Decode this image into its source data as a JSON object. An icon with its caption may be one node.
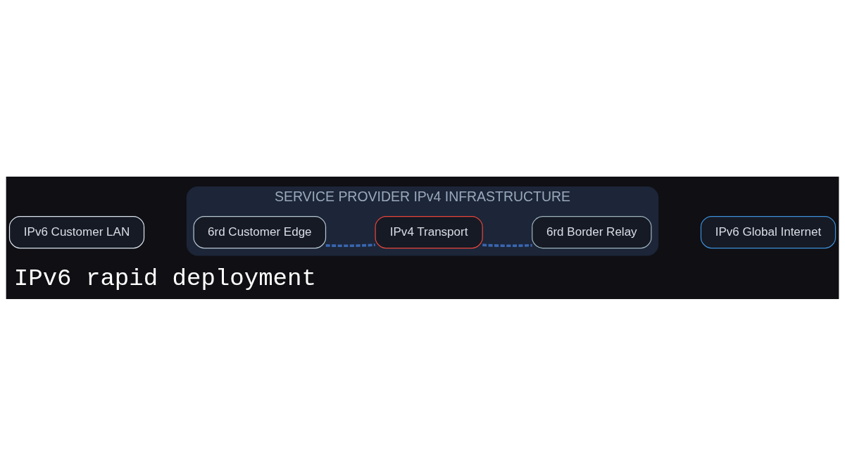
{
  "diagram": {
    "title": "IPv6 rapid deployment",
    "nodes": [
      {
        "text": [
          "IPv6 Customer LAN"
        ]
      },
      {
        "text": [
          "SERVICE PROVIDER IPv4 INFRASTRUCTURE"
        ]
      },
      {
        "text": [
          "6rd Customer Edge"
        ],
        "in": 1
      },
      {
        "text": [
          "IPv4 Transport"
        ],
        "in": 1
      },
      {
        "text": [
          "6rd Border Relay"
        ],
        "in": 1
      },
      {
        "text": [
          "IPv6 Global Internet"
        ]
      }
    ],
    "edges": [
      {
        "from": 2,
        "to": 3,
        "arrow": "none",
        "style": "dashed"
      },
      {
        "from": 3,
        "to": 4,
        "arrow": "none",
        "style": "dashed"
      }
    ]
  }
}
